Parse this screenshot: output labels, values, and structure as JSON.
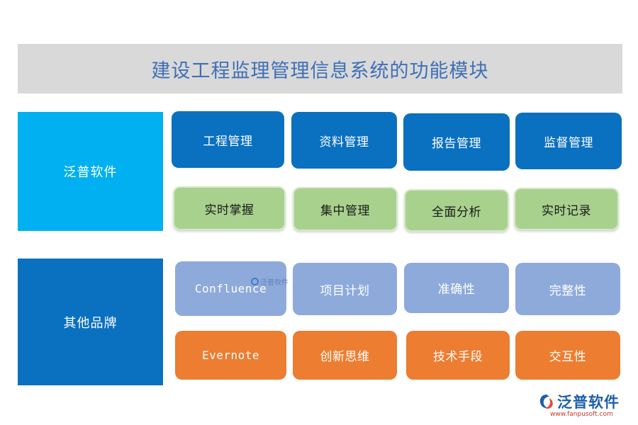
{
  "title": "建设工程监理管理信息系统的功能模块",
  "groups": [
    {
      "label": "泛普软件",
      "row1": [
        "工程管理",
        "资料管理",
        "报告管理",
        "监督管理"
      ],
      "row2": [
        "实时掌握",
        "集中管理",
        "全面分析",
        "实时记录"
      ]
    },
    {
      "label": "其他品牌",
      "row1": [
        "Confluence",
        "项目计划",
        "准确性",
        "完整性"
      ],
      "row2": [
        "Evernote",
        "创新思维",
        "技术手段",
        "交互性"
      ]
    }
  ],
  "colors": {
    "title_bg": "#d9d9d9",
    "title_text": "#3f6fb5",
    "fanpu_side": "#00b0f0",
    "other_side": "#0a70c0",
    "blue_box": "#0a70c0",
    "green_box": "#a9d18e",
    "lavender_box": "#8eaadb",
    "orange_box": "#ed7d31"
  },
  "watermark": {
    "text": "泛普软件"
  },
  "logo": {
    "name": "泛普软件",
    "url": "www.fanpusoft.com",
    "icon": "fanpu-logo-icon"
  }
}
